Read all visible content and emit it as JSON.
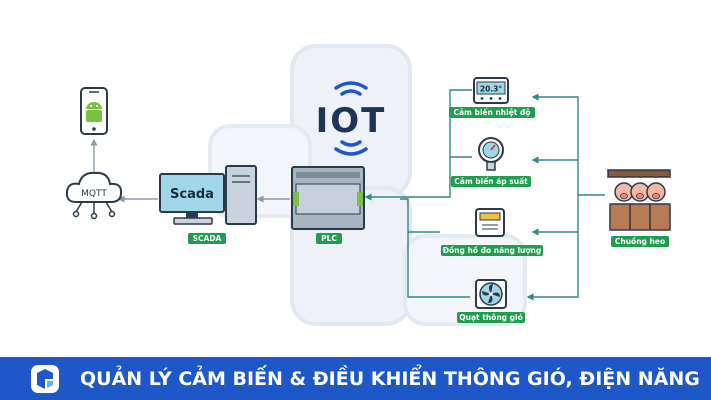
{
  "iot_label": "IOT",
  "nodes": {
    "mqtt": "MQTT",
    "scada_screen": "Scada",
    "scada": "SCADA",
    "plc": "PLC",
    "temp_sensor": "Cảm biến nhiệt độ",
    "temp_reading": "20.3°",
    "pressure_sensor": "Cảm biến áp suất",
    "energy_meter": "Đồng hồ đo năng lượng",
    "fan": "Quạt thông gió",
    "barn": "Chuồng heo"
  },
  "banner": {
    "title": "QUẢN LÝ CẢM BIẾN & ĐIỀU KHIỂN THÔNG GIÓ, ĐIỆN NĂNG"
  },
  "colors": {
    "banner": "#1e57c8",
    "label_bg": "#1e9e4e",
    "line": "#2e8a86",
    "plc_green": "#7ac143",
    "scada_blue": "#9fd6e8"
  }
}
